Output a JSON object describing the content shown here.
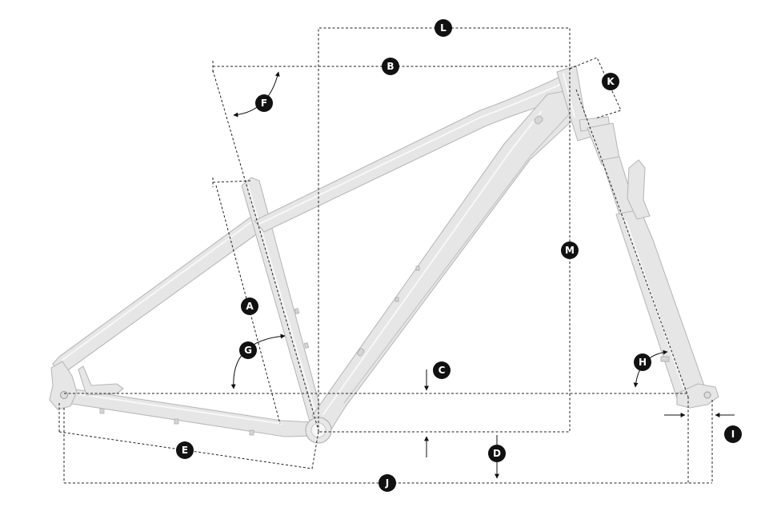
{
  "diagram": {
    "markers": [
      {
        "id": "L",
        "label": "L"
      },
      {
        "id": "B",
        "label": "B"
      },
      {
        "id": "K",
        "label": "K"
      },
      {
        "id": "F",
        "label": "F"
      },
      {
        "id": "M",
        "label": "M"
      },
      {
        "id": "A",
        "label": "A"
      },
      {
        "id": "G",
        "label": "G"
      },
      {
        "id": "C",
        "label": "C"
      },
      {
        "id": "H",
        "label": "H"
      },
      {
        "id": "D",
        "label": "D"
      },
      {
        "id": "E",
        "label": "E"
      },
      {
        "id": "I",
        "label": "I"
      },
      {
        "id": "J",
        "label": "J"
      }
    ],
    "colors": {
      "frame": "#e6e6e6",
      "frame_outline": "#b9b9b9",
      "dimension_line": "#222222",
      "marker_fill": "#111111",
      "marker_text": "#ffffff"
    }
  }
}
